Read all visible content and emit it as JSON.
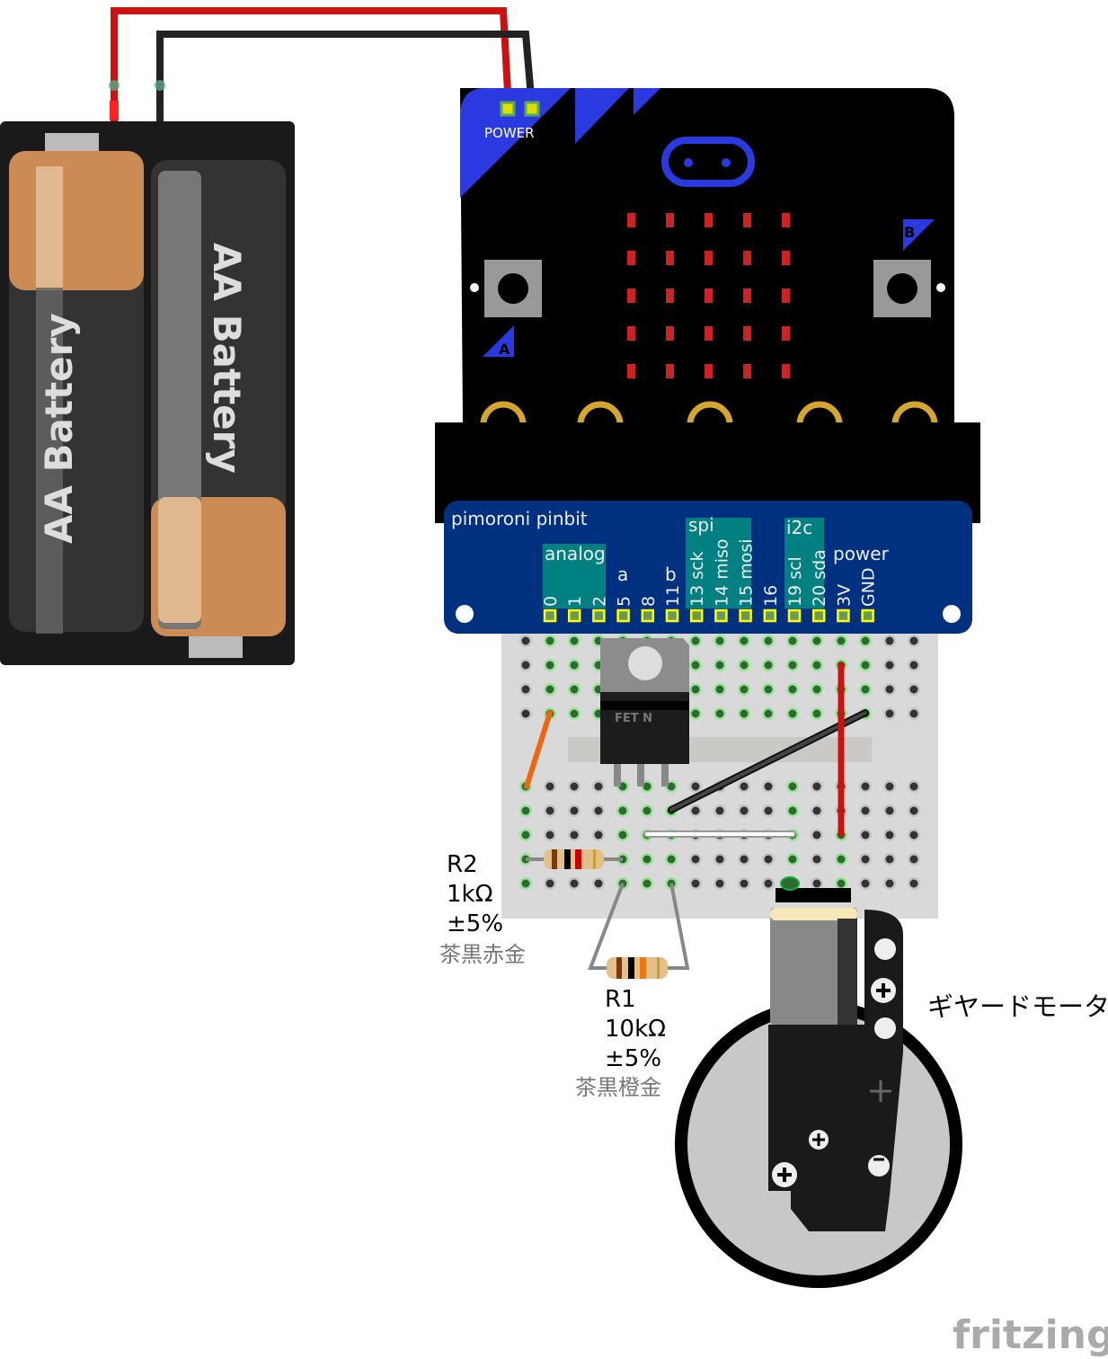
{
  "battery": {
    "label_left": "AA Battery",
    "label_right": "AA Battery"
  },
  "microbit": {
    "power_label": "POWER",
    "button_a": "A",
    "button_b": "B"
  },
  "pinbit": {
    "title": "pimoroni pinbit",
    "groups": {
      "analog": "analog",
      "spi": "spi",
      "i2c": "i2c",
      "power": "power",
      "a": "a",
      "b": "b"
    },
    "pins": [
      "0",
      "1",
      "2",
      "5",
      "8",
      "11",
      "13 sck",
      "14 miso",
      "15 mosi",
      "16",
      "19 scl",
      "20 sda",
      "3V",
      "GND"
    ]
  },
  "fet": {
    "label": "FET N"
  },
  "r2": {
    "name": "R2",
    "value": "1kΩ",
    "tolerance": "±5%",
    "bands": "茶黒赤金"
  },
  "r1": {
    "name": "R1",
    "value": "10kΩ",
    "tolerance": "±5%",
    "bands": "茶黒橙金"
  },
  "motor": {
    "label": "ギヤードモータ"
  },
  "watermark": "fritzing",
  "colors": {
    "microbit_blue": "#2a3ae0",
    "pinbit_blue": "#003080",
    "teal": "#008080",
    "wire_red": "#cc1111",
    "wire_orange": "#ee6611"
  }
}
